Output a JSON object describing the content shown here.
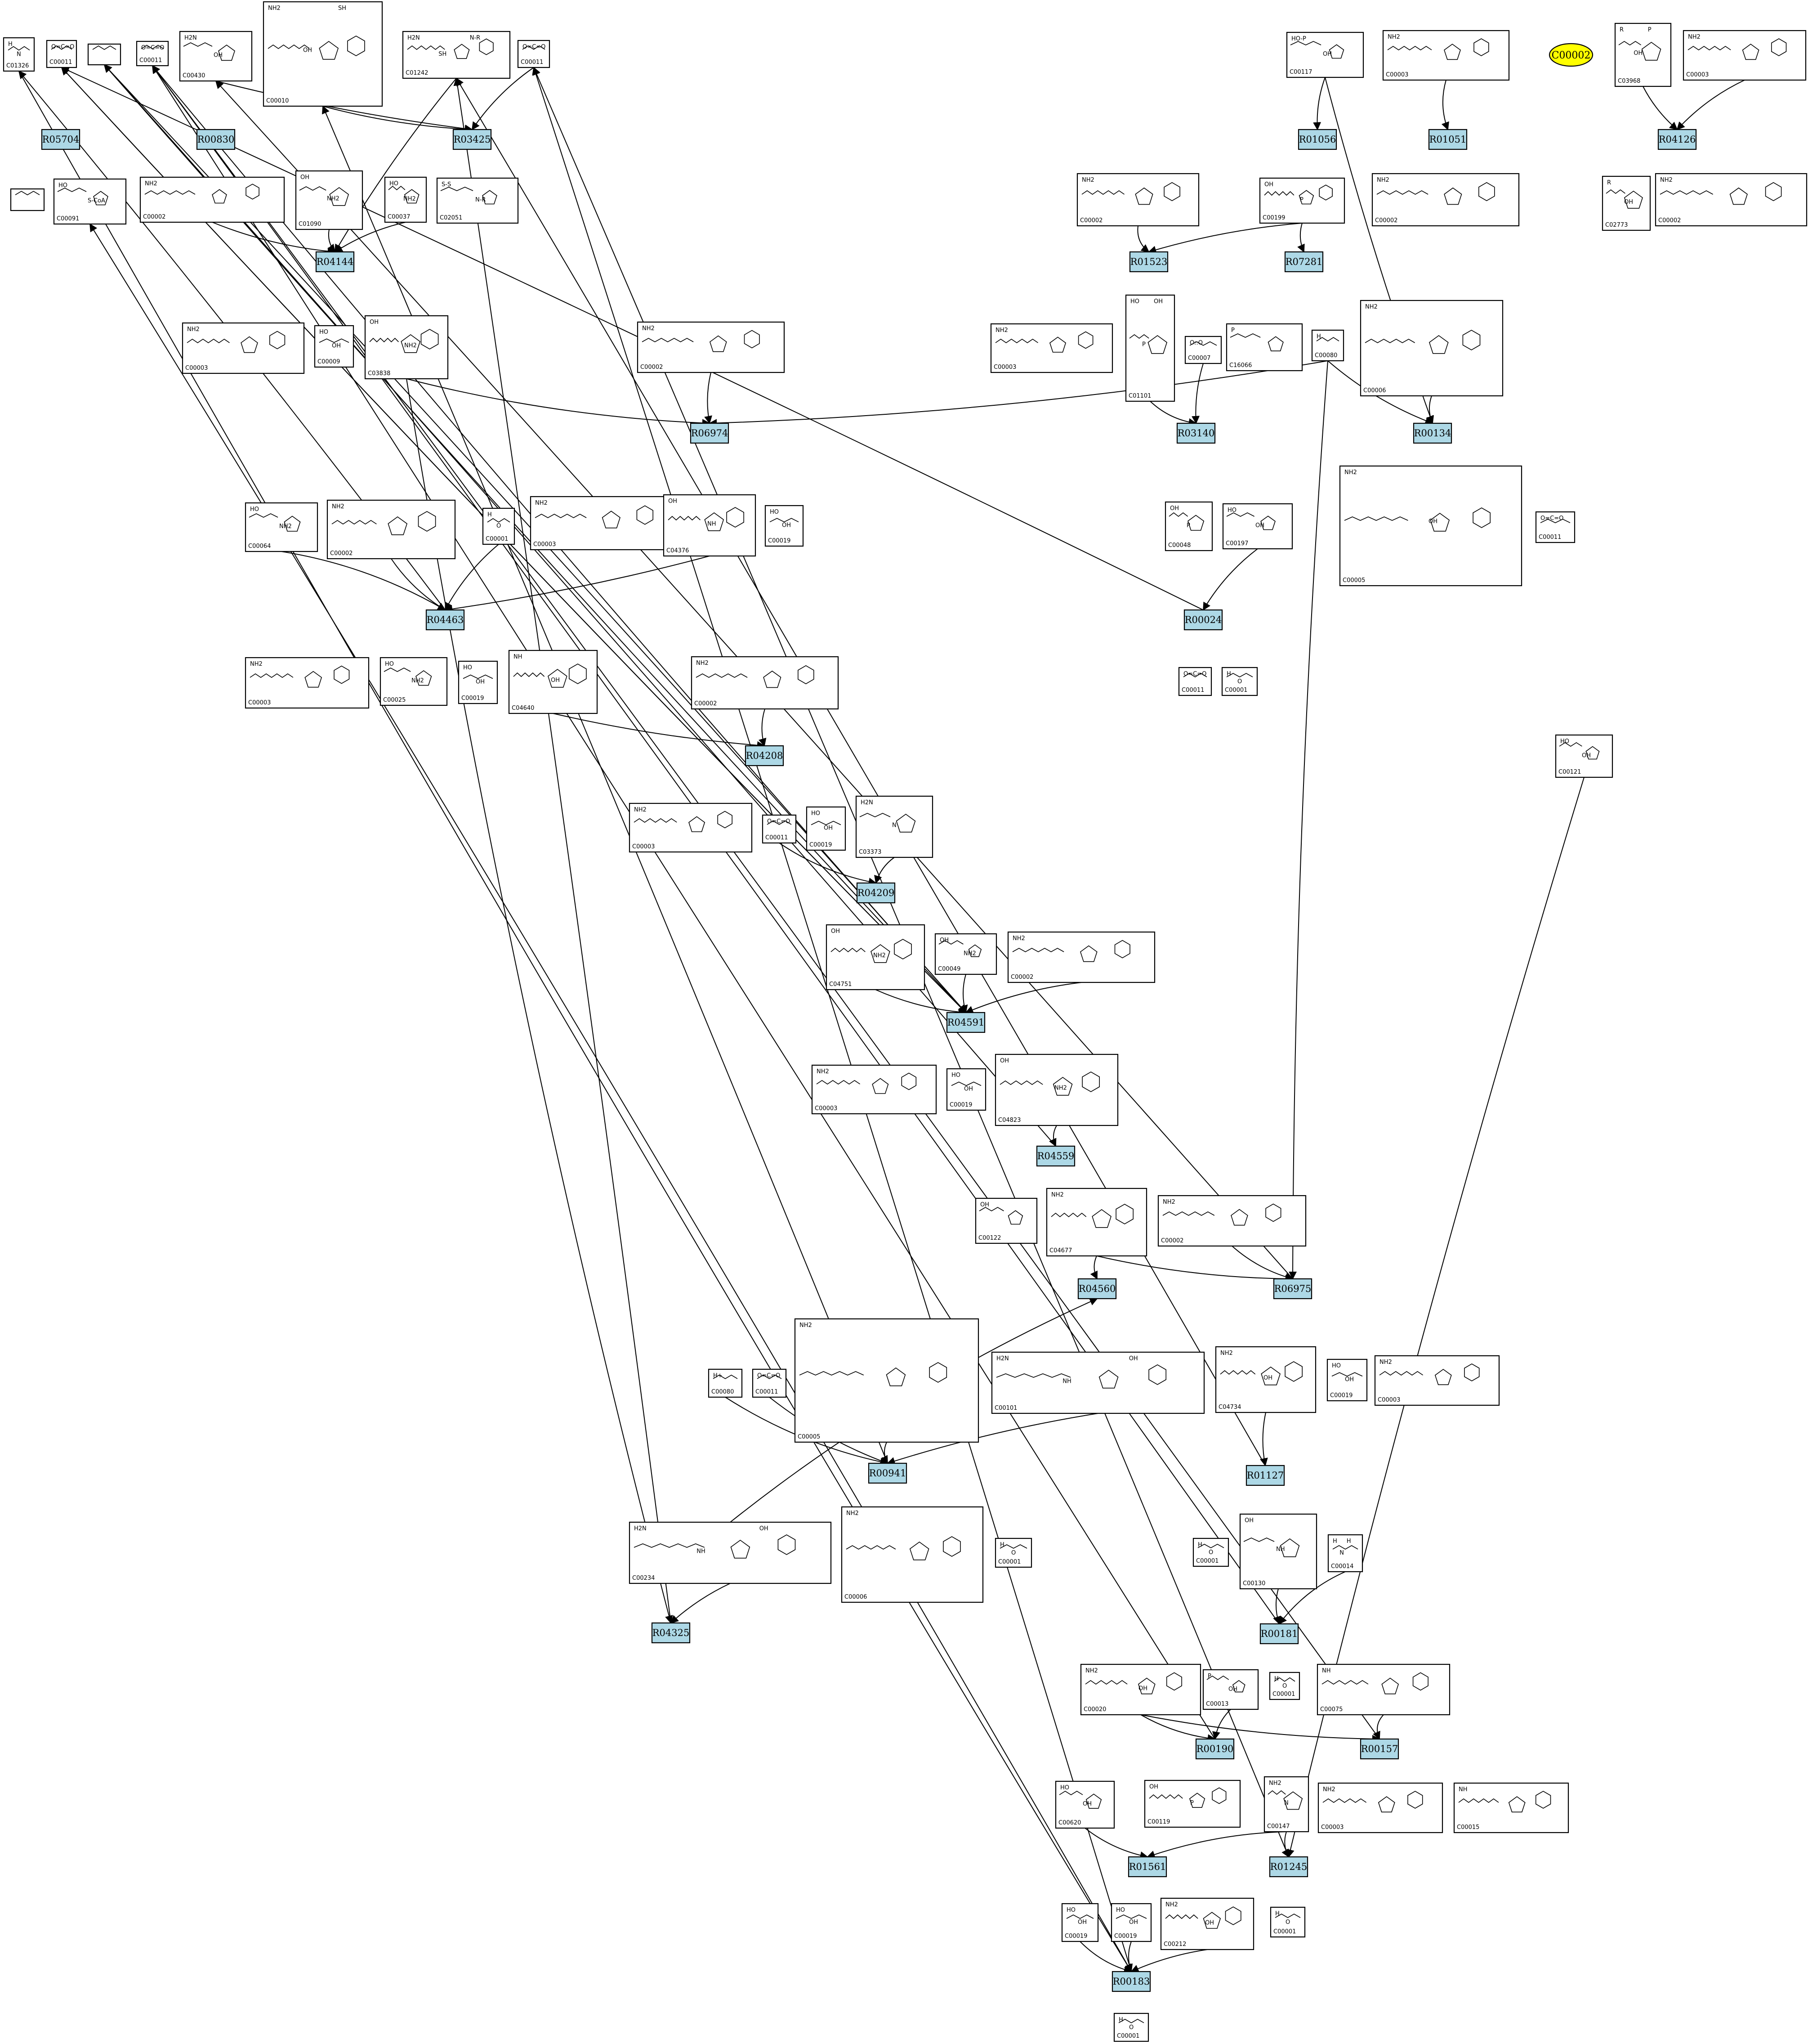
{
  "highlight": {
    "label": "C00002",
    "color": "#ffff00"
  },
  "colors": {
    "reaction_fill": "#add8e6",
    "highlight_fill": "#ffff00",
    "stroke": "#000000"
  },
  "reactions": [
    "R05704",
    "R00830",
    "R03425",
    "R04144",
    "R01056",
    "R01051",
    "R04126",
    "R01523",
    "R07281",
    "R06974",
    "R03140",
    "R00134",
    "R04463",
    "R00024",
    "R04208",
    "R04209",
    "R04591",
    "R04559",
    "R04560",
    "R06975",
    "R00941",
    "R01127",
    "R04325",
    "R00181",
    "R00190",
    "R00157",
    "R01561",
    "R01245",
    "R00183"
  ],
  "compounds": [
    {
      "id": "C01326",
      "atoms": [
        "H",
        "N"
      ]
    },
    {
      "id": "C00011",
      "atoms": [
        "O=C=O"
      ]
    },
    {
      "id": "",
      "atoms": []
    },
    {
      "id": "C00011",
      "atoms": [
        "O=C=O"
      ]
    },
    {
      "id": "C00430",
      "atoms": [
        "H2N",
        "OH"
      ]
    },
    {
      "id": "C00010",
      "atoms": [
        "NH2",
        "OH",
        "SH"
      ]
    },
    {
      "id": "C01242",
      "atoms": [
        "H2N",
        "SH",
        "N-R"
      ]
    },
    {
      "id": "C00011",
      "atoms": [
        "O=C=O"
      ]
    },
    {
      "id": "C00117",
      "atoms": [
        "HO-P",
        "OH"
      ]
    },
    {
      "id": "C00003",
      "atoms": [
        "NH2"
      ]
    },
    {
      "id": "C03968",
      "atoms": [
        "R",
        "OH",
        "P"
      ]
    },
    {
      "id": "C00003",
      "atoms": [
        "NH2"
      ]
    },
    {
      "id": "",
      "atoms": []
    },
    {
      "id": "C00091",
      "atoms": [
        "HO",
        "S-CoA"
      ]
    },
    {
      "id": "C00002",
      "atoms": [
        "NH2"
      ]
    },
    {
      "id": "C01090",
      "atoms": [
        "OH",
        "NH2"
      ]
    },
    {
      "id": "C00037",
      "atoms": [
        "HO",
        "NH2"
      ]
    },
    {
      "id": "C02051",
      "atoms": [
        "S-S",
        "N-R"
      ]
    },
    {
      "id": "C00002",
      "atoms": [
        "NH2"
      ]
    },
    {
      "id": "C00199",
      "atoms": [
        "OH",
        "P"
      ]
    },
    {
      "id": "C00002",
      "atoms": [
        "NH2"
      ]
    },
    {
      "id": "C02773",
      "atoms": [
        "R",
        "OH"
      ]
    },
    {
      "id": "C00002",
      "atoms": [
        "NH2"
      ]
    },
    {
      "id": "C00003",
      "atoms": [
        "NH2"
      ]
    },
    {
      "id": "C00009",
      "atoms": [
        "HO",
        "OH"
      ]
    },
    {
      "id": "C03838",
      "atoms": [
        "OH",
        "NH2"
      ]
    },
    {
      "id": "C00002",
      "atoms": [
        "NH2"
      ]
    },
    {
      "id": "C00003",
      "atoms": [
        "NH2"
      ]
    },
    {
      "id": "C01101",
      "atoms": [
        "HO",
        "P",
        "OH"
      ]
    },
    {
      "id": "C00007",
      "atoms": [
        "O::O"
      ]
    },
    {
      "id": "C16066",
      "atoms": [
        "P"
      ]
    },
    {
      "id": "C00080",
      "atoms": [
        "H"
      ]
    },
    {
      "id": "C00006",
      "atoms": [
        "NH2"
      ]
    },
    {
      "id": "C00064",
      "atoms": [
        "HO",
        "NH2"
      ]
    },
    {
      "id": "C00002",
      "atoms": [
        "NH2"
      ]
    },
    {
      "id": "C00001",
      "atoms": [
        "H",
        "O"
      ]
    },
    {
      "id": "C00003",
      "atoms": [
        "NH2"
      ]
    },
    {
      "id": "C04376",
      "atoms": [
        "OH",
        "NH"
      ]
    },
    {
      "id": "C00019",
      "atoms": [
        "HO",
        "OH"
      ]
    },
    {
      "id": "C00048",
      "atoms": [
        "OH",
        "P"
      ]
    },
    {
      "id": "C00197",
      "atoms": [
        "HO",
        "OH"
      ]
    },
    {
      "id": "C00005",
      "atoms": [
        "NH2",
        "OH"
      ]
    },
    {
      "id": "C00011",
      "atoms": [
        "O=C=O"
      ]
    },
    {
      "id": "C00003",
      "atoms": [
        "NH2"
      ]
    },
    {
      "id": "C00025",
      "atoms": [
        "HO",
        "NH2"
      ]
    },
    {
      "id": "C00019",
      "atoms": [
        "HO",
        "OH"
      ]
    },
    {
      "id": "C04640",
      "atoms": [
        "NH",
        "OH"
      ]
    },
    {
      "id": "C00002",
      "atoms": [
        "NH2"
      ]
    },
    {
      "id": "C00011",
      "atoms": [
        "O=C=O"
      ]
    },
    {
      "id": "C00001",
      "atoms": [
        "H",
        "O"
      ]
    },
    {
      "id": "C00121",
      "atoms": [
        "HO",
        "OH"
      ]
    },
    {
      "id": "C00003",
      "atoms": [
        "NH2"
      ]
    },
    {
      "id": "C00019",
      "atoms": [
        "HO",
        "OH"
      ]
    },
    {
      "id": "C00011",
      "atoms": [
        "O=C=O"
      ]
    },
    {
      "id": "C03373",
      "atoms": [
        "H2N",
        "N"
      ]
    },
    {
      "id": "C04751",
      "atoms": [
        "OH",
        "NH2"
      ]
    },
    {
      "id": "C00049",
      "atoms": [
        "OH",
        "NH2"
      ]
    },
    {
      "id": "C00002",
      "atoms": [
        "NH2"
      ]
    },
    {
      "id": "C00003",
      "atoms": [
        "NH2"
      ]
    },
    {
      "id": "C00019",
      "atoms": [
        "HO",
        "OH"
      ]
    },
    {
      "id": "C04823",
      "atoms": [
        "OH",
        "NH2"
      ]
    },
    {
      "id": "C00122",
      "atoms": [
        "OH"
      ]
    },
    {
      "id": "C04677",
      "atoms": [
        "NH2"
      ]
    },
    {
      "id": "C00002",
      "atoms": [
        "NH2"
      ]
    },
    {
      "id": "C00080",
      "atoms": [
        "H+"
      ]
    },
    {
      "id": "C00011",
      "atoms": [
        "O=C=O"
      ]
    },
    {
      "id": "C00005",
      "atoms": [
        "NH2"
      ]
    },
    {
      "id": "C00101",
      "atoms": [
        "H2N",
        "NH",
        "OH"
      ]
    },
    {
      "id": "C04734",
      "atoms": [
        "NH2",
        "OH"
      ]
    },
    {
      "id": "C00019",
      "atoms": [
        "HO",
        "OH"
      ]
    },
    {
      "id": "C00003",
      "atoms": [
        "NH2"
      ]
    },
    {
      "id": "C00234",
      "atoms": [
        "H2N",
        "NH",
        "OH"
      ]
    },
    {
      "id": "C00006",
      "atoms": [
        "NH2"
      ]
    },
    {
      "id": "C00001",
      "atoms": [
        "H",
        "O"
      ]
    },
    {
      "id": "C00001",
      "atoms": [
        "H",
        "O"
      ]
    },
    {
      "id": "C00130",
      "atoms": [
        "OH",
        "NH"
      ]
    },
    {
      "id": "C00014",
      "atoms": [
        "H",
        "N",
        "H"
      ]
    },
    {
      "id": "C00020",
      "atoms": [
        "NH2",
        "OH"
      ]
    },
    {
      "id": "C00013",
      "atoms": [
        "P",
        "OH"
      ]
    },
    {
      "id": "C00001",
      "atoms": [
        "H",
        "O"
      ]
    },
    {
      "id": "C00075",
      "atoms": [
        "NH"
      ]
    },
    {
      "id": "C00620",
      "atoms": [
        "HO",
        "OH"
      ]
    },
    {
      "id": "C00119",
      "atoms": [
        "OH",
        "P"
      ]
    },
    {
      "id": "C00147",
      "atoms": [
        "NH2",
        "N"
      ]
    },
    {
      "id": "C00003",
      "atoms": [
        "NH2"
      ]
    },
    {
      "id": "C00015",
      "atoms": [
        "NH"
      ]
    },
    {
      "id": "C00019",
      "atoms": [
        "HO",
        "OH"
      ]
    },
    {
      "id": "C00019",
      "atoms": [
        "HO",
        "OH"
      ]
    },
    {
      "id": "C00212",
      "atoms": [
        "NH2",
        "OH"
      ]
    },
    {
      "id": "C00001",
      "atoms": [
        "H",
        "O"
      ]
    },
    {
      "id": "C00001",
      "atoms": [
        "H",
        "O"
      ]
    }
  ]
}
